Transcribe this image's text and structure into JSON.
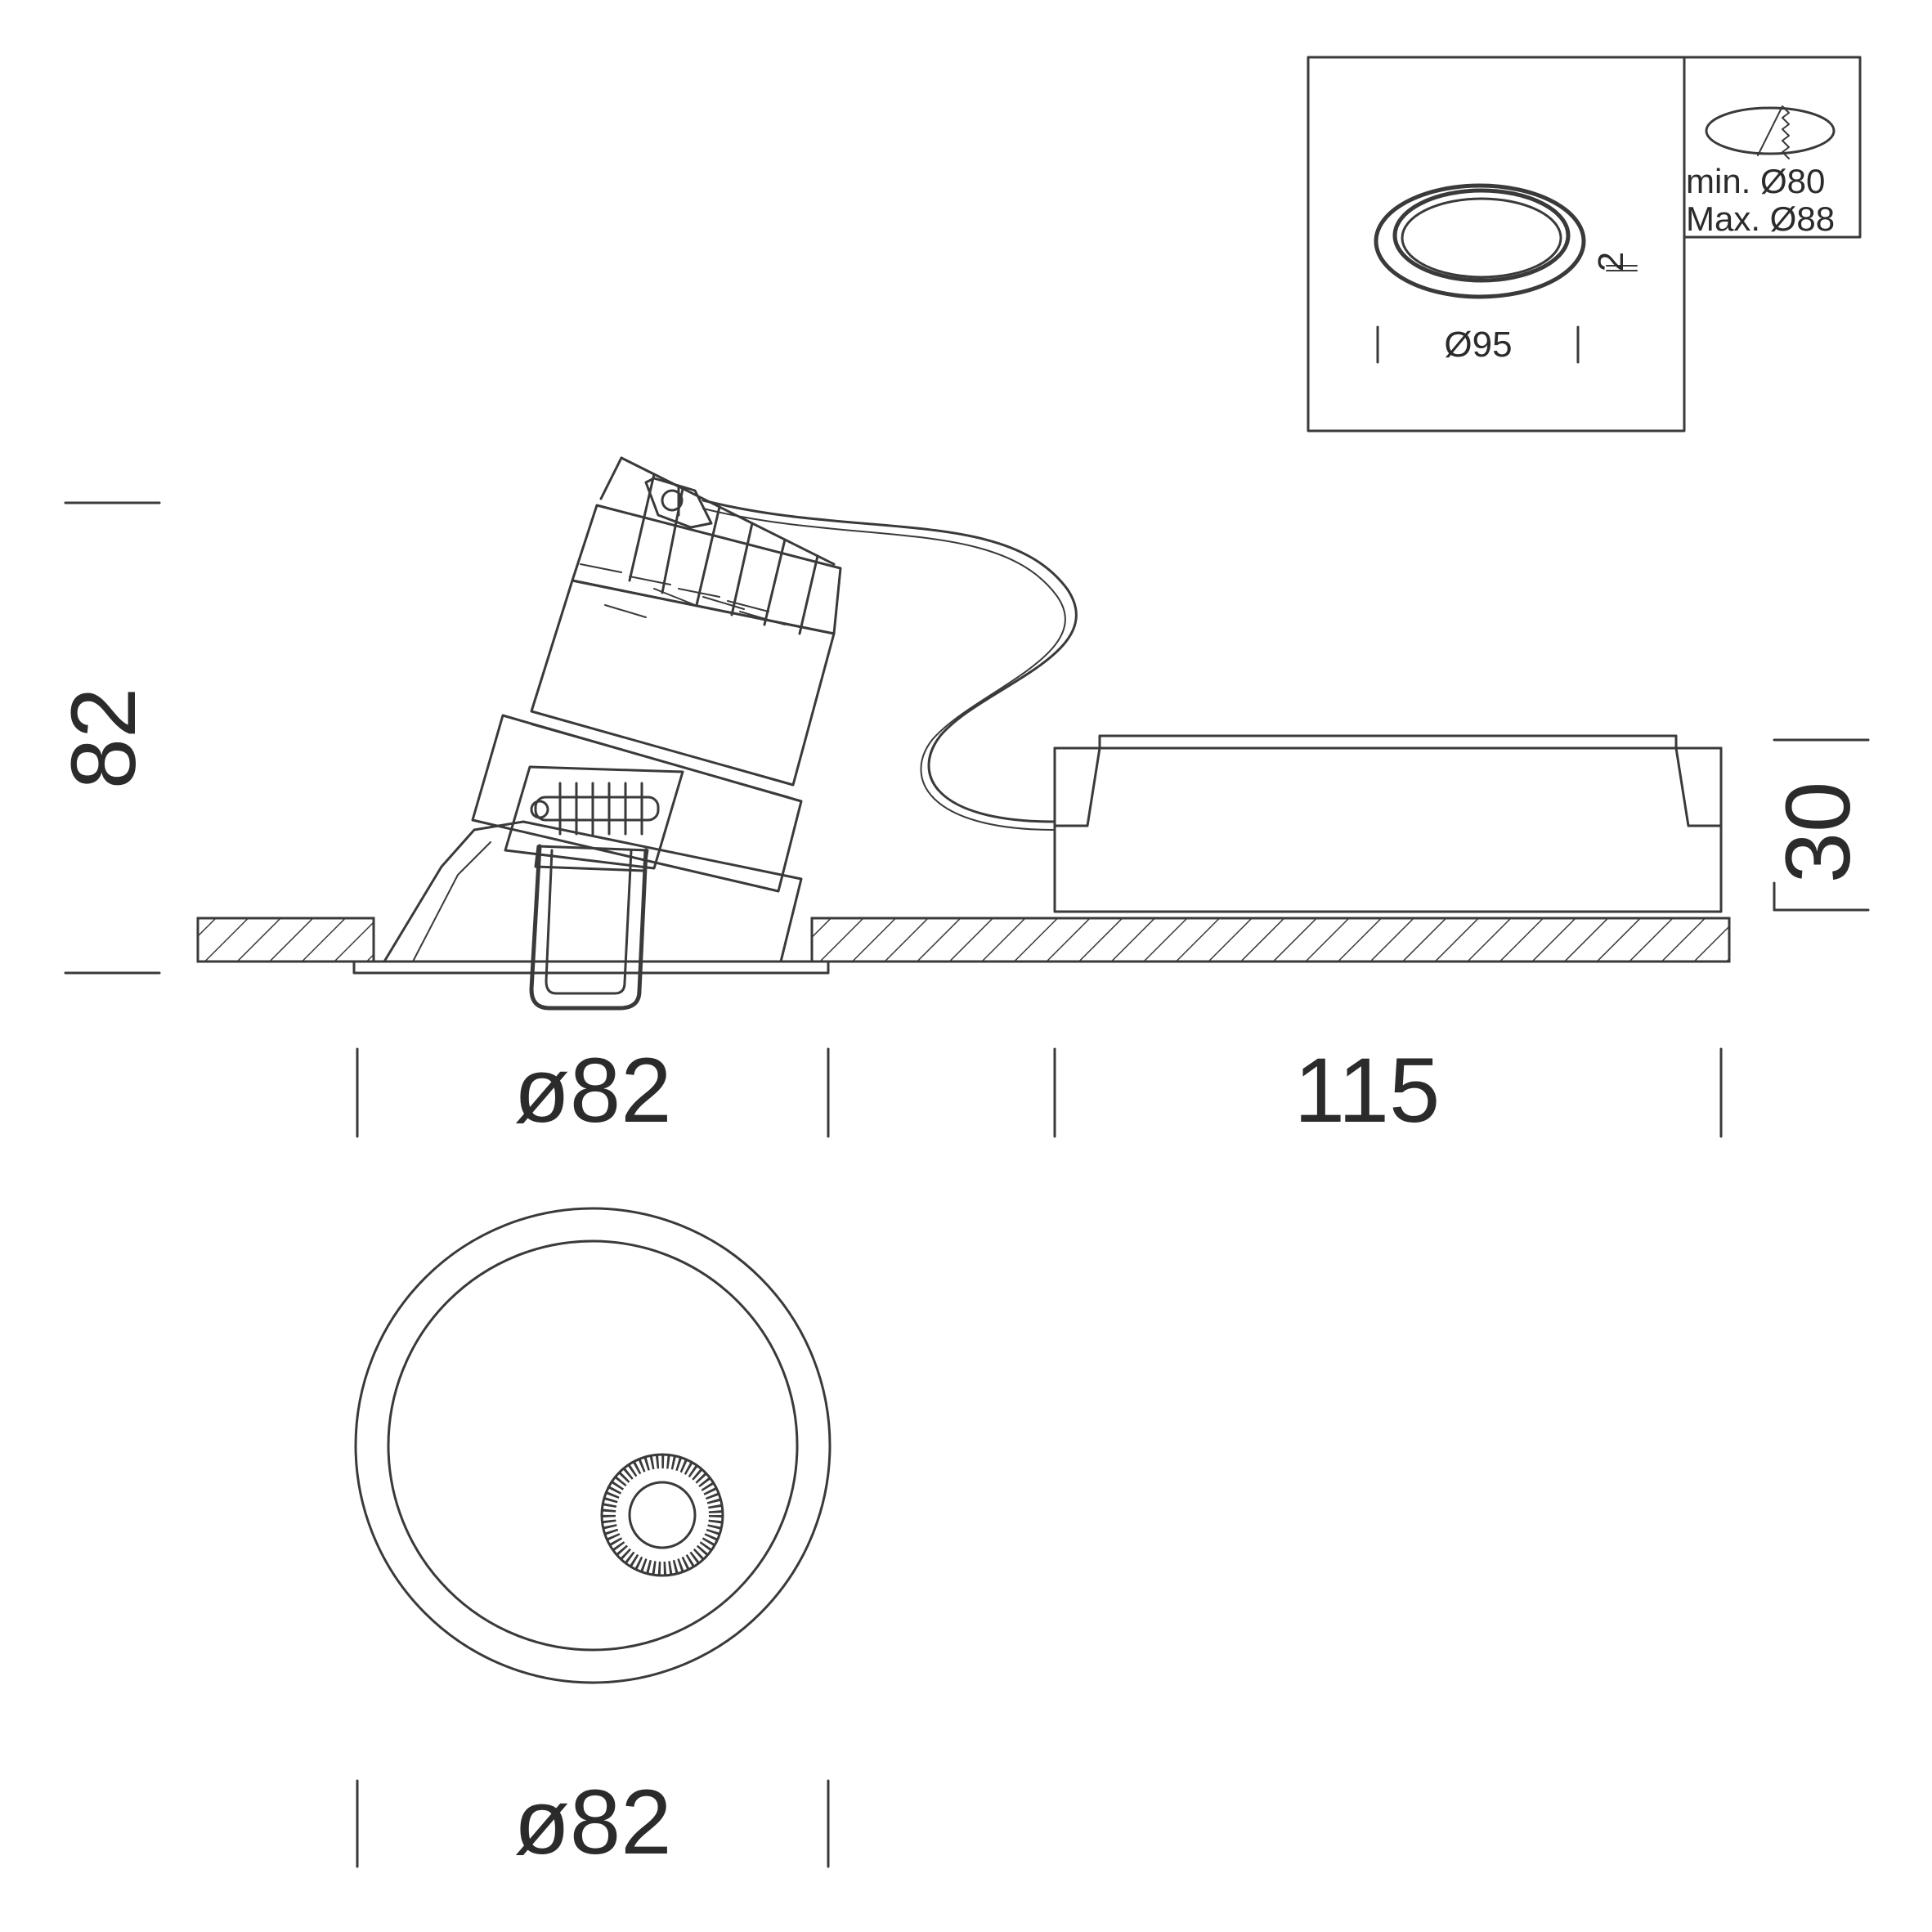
{
  "dimensions": {
    "height_total": "82",
    "driver_height": "30",
    "trim_diameter_side": "ø82",
    "driver_length": "115",
    "trim_diameter_bottom": "ø82"
  },
  "inset": {
    "trim_diameter": "Ø95",
    "trim_thickness": "2",
    "cutout_min": "min. Ø80",
    "cutout_max": "Max. Ø88"
  },
  "colors": {
    "line": "#3a3a3a",
    "background": "#ffffff"
  }
}
